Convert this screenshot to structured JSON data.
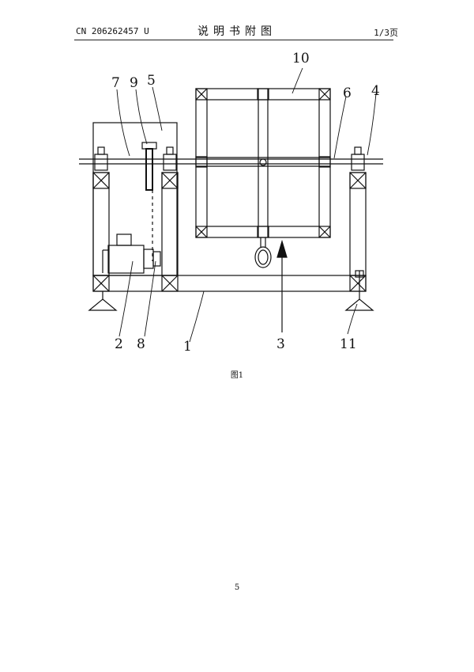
{
  "header": {
    "doc_number": "CN 206262457 U",
    "section_title": "说明书附图",
    "page_of": "1/3页"
  },
  "figure": {
    "caption": "图1",
    "labels": [
      "7",
      "9",
      "5",
      "10",
      "6",
      "4",
      "2",
      "8",
      "1",
      "3",
      "11"
    ]
  },
  "footer": {
    "page_number": "5"
  }
}
